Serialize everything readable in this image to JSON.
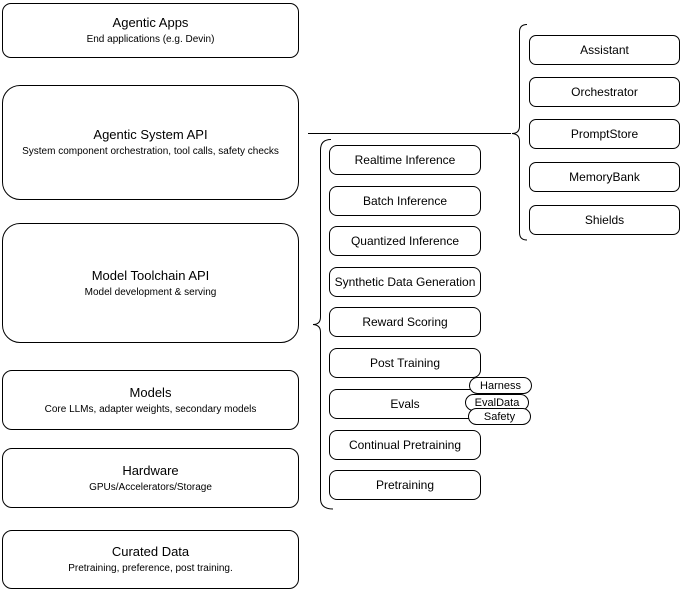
{
  "layers": [
    {
      "title": "Agentic Apps",
      "subtitle": "End applications (e.g. Devin)"
    },
    {
      "title": "Agentic System API",
      "subtitle": "System component orchestration, tool calls, safety checks"
    },
    {
      "title": "Model Toolchain API",
      "subtitle": "Model development & serving"
    },
    {
      "title": "Models",
      "subtitle": "Core LLMs, adapter weights, secondary models"
    },
    {
      "title": "Hardware",
      "subtitle": "GPUs/Accelerators/Storage"
    },
    {
      "title": "Curated Data",
      "subtitle": "Pretraining, preference, post training."
    }
  ],
  "toolchain_items": [
    "Realtime Inference",
    "Batch Inference",
    "Quantized Inference",
    "Synthetic Data Generation",
    "Reward Scoring",
    "Post Training",
    "Evals",
    "Continual Pretraining",
    "Pretraining"
  ],
  "eval_tags": [
    "Harness",
    "EvalData",
    "Safety"
  ],
  "system_components": [
    "Assistant",
    "Orchestrator",
    "PromptStore",
    "MemoryBank",
    "Shields"
  ],
  "colors": {
    "stroke": "#000000",
    "background": "#ffffff"
  }
}
